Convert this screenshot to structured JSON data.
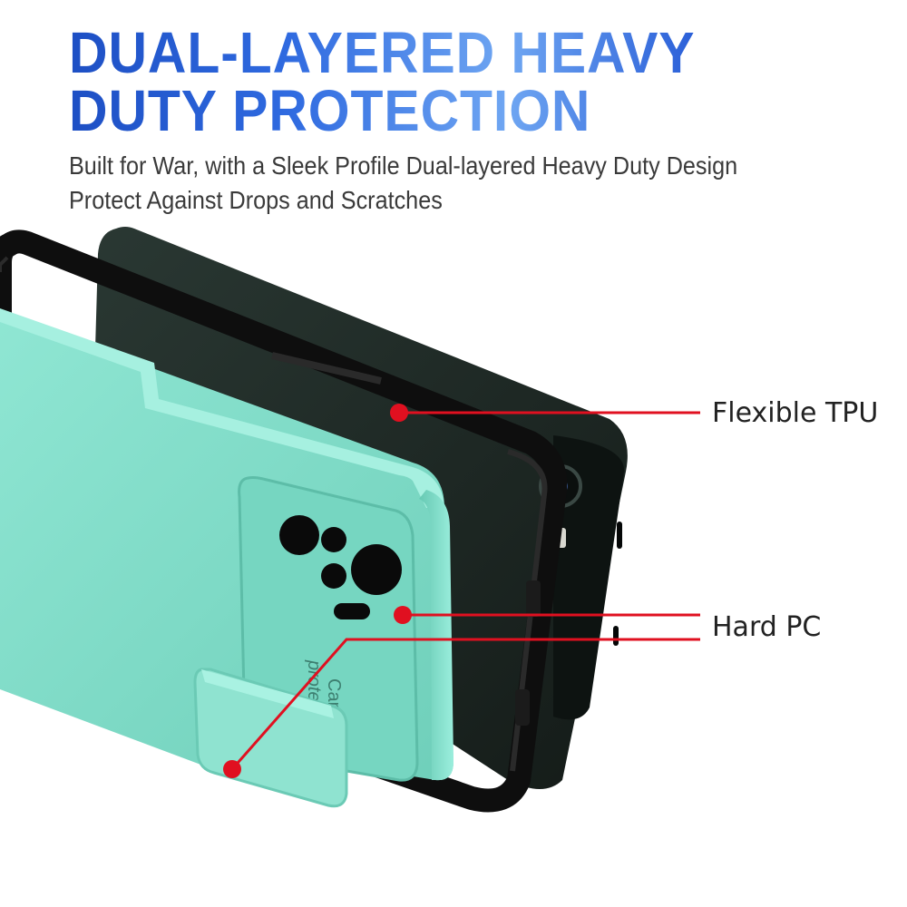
{
  "headline": {
    "line1": "DUAL-LAYERED HEAVY",
    "line2": "DUTY PROTECTION"
  },
  "subtitle": {
    "line1": "Built for War, with a Sleek Profile Dual-layered Heavy Duty Design",
    "line2": "Protect Against Drops and Scratches"
  },
  "callouts": {
    "tpu": "Flexible TPU",
    "pc": "Hard PC"
  },
  "case_text": {
    "line1": "Camera",
    "line2": "protection"
  },
  "colors": {
    "headline_blue": "#1d4fc4",
    "mint_case": "#7fdcc8",
    "callout_red": "#e01020",
    "black_bumper": "#111111",
    "phone_dark": "#1f2a26"
  }
}
